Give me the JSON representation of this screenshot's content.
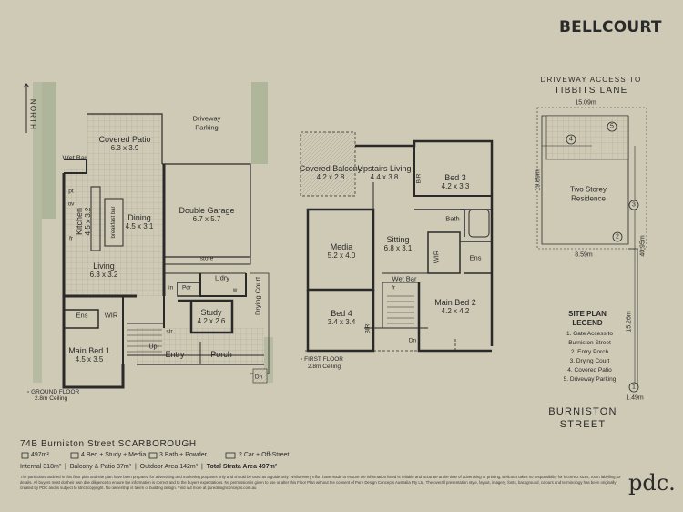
{
  "brand": "BELLCOURT",
  "north_label": "NORTH",
  "ground_floor": {
    "caption": "GROUND FLOOR",
    "ceiling": "2.8m Ceiling",
    "rooms": [
      {
        "name": "Covered Patio",
        "dims": "6.3 x 3.9"
      },
      {
        "name": "Double Garage",
        "dims": "6.7 x 5.7"
      },
      {
        "name": "Dining",
        "dims": "4.5 x 3.1"
      },
      {
        "name": "Kitchen",
        "dims": "4.5 x 3.2"
      },
      {
        "name": "Living",
        "dims": "6.3 x 3.2"
      },
      {
        "name": "Study",
        "dims": "4.2 x 2.6"
      },
      {
        "name": "Main Bed 1",
        "dims": "4.5 x 3.5"
      }
    ],
    "labels": {
      "driveway": "Driveway",
      "parking": "Parking",
      "wet_bar": "Wet Bar",
      "breakfast_bar": "breakfast bar",
      "pt": "pt",
      "ov": "ov",
      "fr": "fr",
      "store": "store",
      "ldry": "L'dry",
      "lin": "lin",
      "pdr": "Pdr",
      "w": "w",
      "ens": "Ens",
      "wir": "WIR",
      "str": "str",
      "up": "Up",
      "entry": "Entry",
      "porch": "Porch",
      "drying_court": "Drying Court",
      "dn": "Dn"
    }
  },
  "first_floor": {
    "caption": "FIRST FLOOR",
    "ceiling": "2.8m Ceiling",
    "rooms": [
      {
        "name": "Covered Balcony",
        "dims": "4.2 x 2.8"
      },
      {
        "name": "Upstairs Living",
        "dims": "4.4 x 3.8"
      },
      {
        "name": "Bed 3",
        "dims": "4.2 x 3.3"
      },
      {
        "name": "Media",
        "dims": "5.2 x 4.0"
      },
      {
        "name": "Sitting",
        "dims": "6.8 x 3.1"
      },
      {
        "name": "Main Bed 2",
        "dims": "4.2 x 4.2"
      },
      {
        "name": "Bed 4",
        "dims": "3.4 x 3.4"
      }
    ],
    "labels": {
      "bir1": "BIR",
      "bir2": "BIR",
      "bath": "Bath",
      "wir": "WIR",
      "ens": "Ens",
      "wet_bar": "Wet Bar",
      "fr": "fr",
      "dn": "Dn"
    }
  },
  "site_plan": {
    "access_line1": "DRIVEWAY ACCESS TO",
    "access_line2": "TIBBITS LANE",
    "dim_top": "15.09m",
    "dim_left": "19.89m",
    "dim_right": "40.95m",
    "dim_mid": "8.59m",
    "dim_lower": "15.26m",
    "dim_bottom": "1.49m",
    "residence_line1": "Two Storey",
    "residence_line2": "Residence",
    "legend_title1": "SITE PLAN",
    "legend_title2": "LEGEND",
    "legend": [
      "1. Gate Access to",
      "Burniston Street",
      "2. Entry Porch",
      "3. Drying Court",
      "4. Covered Patio",
      "5. Driveway Parking"
    ],
    "markers": [
      "1",
      "2",
      "3",
      "4",
      "5"
    ],
    "street_line1": "BURNISTON",
    "street_line2": "STREET"
  },
  "property": {
    "address": "74B Burniston Street SCARBOROUGH",
    "land": "497m²",
    "beds": "4 Bed + Study + Media",
    "baths": "3 Bath + Powder",
    "cars": "2 Car + Off-Street",
    "internal": "Internal 318m²",
    "balcony": "Balcony & Patio 37m²",
    "outdoor": "Outdoor Area 142m²",
    "total": "Total Strata Area 497m²"
  },
  "disclaimer": "The particulars outlined in this floor plan and site plan have been prepared for advertising and marketing purposes only and should be used as a guide only. Whilst every effort have made to ensure the information listed is reliable and accurate at the time of advertising or printing, Bellcourt takes no responsibility for incorrect sizes, room labelling, or details. All buyers must do their own due diligence to ensure the information is correct and to the buyers expectations. No permission is given to use or alter this Floor Plan without the consent of Pure Design Concepts Australia Pty Ltd. The overall presentation style, layout, imagery, fonts, background, colours and terminology has been originally created by PDC and is subject to strict copyright. No ownership is taken of building design. Find out more at puredesignconcepts.com.au",
  "pdc_logo": "pdc."
}
